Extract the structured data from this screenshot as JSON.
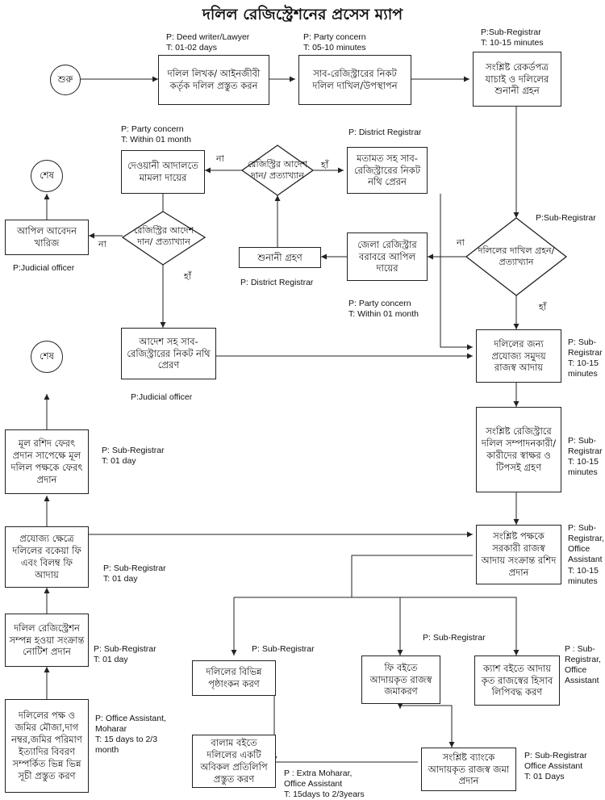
{
  "title": "দলিল রেজিস্ট্রেশনের প্রসেস ম্যাপ",
  "nodes": {
    "start": "শুরু",
    "end1": "শেষ",
    "end2": "শেষ",
    "deed_prep": "দলিল লিখক/ আইনজীবী কর্তৃক দলিল প্রস্তুত করন",
    "submit": "সাব-রেজিস্ট্রারের নিকট দলিল দাখিল/উপস্থাপন",
    "verify": "সংশ্লিষ্ট রেকর্ডপত্র যাচাই ও দলিলের শুনানী গ্রহন",
    "decision_accept": "দলিলের দাখিল গ্রহন/প্রত্যাখ্যান",
    "appeal_dr": "জেলা রেজিস্ট্রার বরাবরে আপিল দায়ের",
    "hearing": "শুনানী গ্রহণ",
    "decision_registrar": "রেজিস্ট্রির আদেশ দান/ প্রত্যাখ্যান",
    "opinion_send": "মতামত সহ সাব- রেজিস্ট্রারের নিকট নথি প্রেরন",
    "civil_suit": "দেওয়ানী আদালতে মামলা দায়ের",
    "decision_court": "রেজিস্ট্রির আদেশ দান/ প্রত্যাখ্যান",
    "appeal_reject": "আপিল আবেদন খারিজ",
    "order_send": "আদেশ সহ সাব- রেজিস্ট্রারের নিকট নথি প্রেরণ",
    "revenue": "দলিলের জন্য প্রযোজ্য সমুদয় রাজস্ব আদায়",
    "signatures": "সংশ্লিষ্ট রেজিস্ট্রারে দলিল সম্পাদনকারী/ কারীদের স্বাক্ষর ও টিপসই গ্রহণ",
    "receipt": "সংশ্লিষ্ট পক্ষকে সরকারী রাজস্ব আদায় সংক্রান্ত রশিদ প্রদান",
    "fee_book": "ফি বইতে আদায়কৃত রাজস্ব জমাকরণ",
    "cash_book": "ক্যাশ বইতে আদায় কৃত রাজস্বের হিসাব লিপিবদ্ধ করণ",
    "page_mark": "দলিলের বিভিন্ন পৃষ্ঠাংকন করণ",
    "bank_deposit": "সংশ্লিষ্ট ব্যাংকে আদায়কৃত রাজস্ব জমা প্রদান",
    "volume_copy": "বালাম বইতে দলিলের একটি অবিকল প্রতিলিপি প্রস্তুত করণ",
    "list_prep": "দলিলের পক্ষ ও জমির মৌজা,দাগ নম্বর,জমির পরিমাণ ইত্যাদির বিবরণ সম্পর্কিত ভিন্ন ভিন্ন সূচী প্রস্তুত করণ",
    "notice": "দলিল রেজিস্ট্রেশন সম্পন্ন হওয়া সংক্রান্ত নোটিশ প্রদান",
    "deficit_fee": "প্রযোজ্য ক্ষেত্রে দলিলের বকেয়া ফি এবং বিলম্ব ফি আদায়",
    "return_deed": "মূল রশিদ ফেরৎ প্রদান সাপেক্ষে মূল দলিল পক্ষকে ফেরৎ প্রদান"
  },
  "edge_labels": {
    "no_1": "না",
    "yes_1": "হাঁ",
    "no_2": "না",
    "no_3": "না",
    "yes_2": "হাঁ",
    "yes_3": "হাঁ"
  },
  "annotations": {
    "a_deed_prep": "P: Deed writer/Lawyer\nT: 01-02 days",
    "a_submit": "P: Party concern\nT: 05-10 minutes",
    "a_verify": "P:Sub-Registrar\nT: 10-15 minutes",
    "a_civil": "P: Party concern\nT: Within 01 month",
    "a_opinion": "P: District Registrar",
    "a_accept": "P:Sub-Registrar",
    "a_hearing": "P: District Registrar",
    "a_reject": "P:Judicial officer",
    "a_appeal": "P: Party concern\nT: Within 01 month",
    "a_order": "P:Judicial officer",
    "a_revenue": "P: Sub-\nRegistrar\nT: 10-15\nminutes",
    "a_sign": "P: Sub-\nRegistrar\nT: 10-15\nminutes",
    "a_receipt": "P: Sub-\nRegistrar,\nOffice\nAssistant\nT: 10-15\nminutes",
    "a_return": "P: Sub-Registrar\nT: 01 day",
    "a_deficit": "P: Sub-Registrar\nT: 01 day",
    "a_notice": "P: Sub-Registrar\nT: 01 day",
    "a_list": "P: Office Assistant,\nMoharar\nT: 15 days to 2/3\nmonth",
    "a_page": "P: Sub-Registrar",
    "a_fee": "P: Sub-Registrar",
    "a_cash": "P : Sub-\nRegistrar,\nOffice\nAssistant",
    "a_volume": "P : Extra Moharar,\nOffice Assistant\nT: 15days to 2/3years",
    "a_bank": "P: Sub-Registrar\nOffice Assistant\nT: 01 Days"
  }
}
